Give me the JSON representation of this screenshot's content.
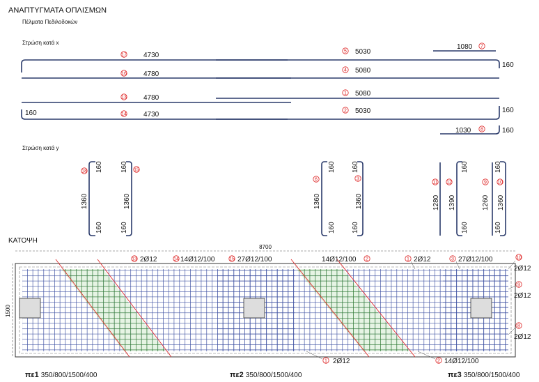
{
  "title": "ΑΝΑΠΤΥΓΜΑΤΑ ΟΠΛΙΣΜΩΝ",
  "subtitle": "Πέλματα Πεδιλοδοκών",
  "section_x": "Στρώση κατά x",
  "section_y": "Στρώση κατά y",
  "plan_title": "ΚΑΤΟΨΗ",
  "x_bars": [
    {
      "id": "17",
      "length": "4730"
    },
    {
      "id": "16",
      "length": "4780"
    },
    {
      "id": "13",
      "length": "4780"
    },
    {
      "id": "14",
      "length": "4730"
    },
    {
      "id": "5",
      "length": "5030"
    },
    {
      "id": "4",
      "length": "5080"
    },
    {
      "id": "1",
      "length": "5080"
    },
    {
      "id": "2",
      "length": "5030"
    },
    {
      "id": "7",
      "length": "1080"
    },
    {
      "id": "8",
      "length": "1030"
    }
  ],
  "hook_labels": {
    "h1": "160",
    "h2": "160",
    "h3": "160",
    "h4": "160"
  },
  "y_bars": [
    {
      "id": "18",
      "length": "1360",
      "hook_top": "160",
      "hook_bottom": "160"
    },
    {
      "id": "15",
      "length": "1360",
      "hook_top": "160",
      "hook_bottom": "160"
    },
    {
      "id": "6",
      "length": "1360",
      "hook_top": "160",
      "hook_bottom": "160"
    },
    {
      "id": "3",
      "length": "1360",
      "hook_top": "160",
      "hook_bottom": "160"
    },
    {
      "id": "11",
      "length": "1280"
    },
    {
      "id": "12",
      "length": "1390",
      "hook_top": "160",
      "hook_bottom": "160"
    },
    {
      "id": "9",
      "length": "1260"
    },
    {
      "id": "10",
      "length": "1360",
      "hook_top": "160",
      "hook_bottom": "160"
    }
  ],
  "plan": {
    "dim_length": "8700",
    "dim_width": "1500",
    "labels": [
      {
        "id": "13",
        "text": "2Ø12"
      },
      {
        "id": "14",
        "text": "14Ø12/100"
      },
      {
        "id": "15",
        "text": "27Ø12/100"
      },
      {
        "id": "2",
        "text": "14Ø12/100"
      },
      {
        "id": "1",
        "text": "2Ø12"
      },
      {
        "id": "3",
        "text": "27Ø12/100"
      },
      {
        "id": "10",
        "text": "2Ø12"
      },
      {
        "id": "9",
        "text": "2Ø12"
      },
      {
        "id": "8",
        "text": "2Ø12"
      },
      {
        "id": "1",
        "text": "2Ø12"
      },
      {
        "id": "2",
        "text": "14Ø12/100"
      }
    ],
    "footings": [
      {
        "name": "πε1",
        "dims": "350/800/1500/400"
      },
      {
        "name": "πε2",
        "dims": "350/800/1500/400"
      },
      {
        "name": "πε3",
        "dims": "350/800/1500/400"
      }
    ]
  },
  "colors": {
    "bar": "#2a3a6a",
    "marker": "#dd2222",
    "green": "#2f7a2f",
    "grid": "#3a4a9a",
    "cut_line": "#e03030"
  }
}
